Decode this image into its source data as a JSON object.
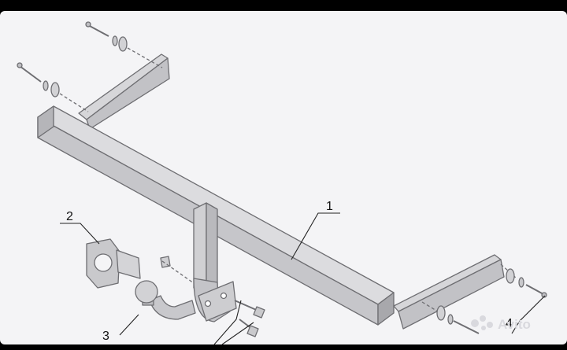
{
  "diagram": {
    "parts": [
      {
        "number": "1",
        "name": "crossbar"
      },
      {
        "number": "2",
        "name": "socket-bracket"
      },
      {
        "number": "3",
        "name": "tow-ball"
      },
      {
        "number": "4",
        "name": "fasteners"
      }
    ],
    "watermark": "Avito"
  },
  "colors": {
    "outline": "#6e6e72",
    "metal_fill": "#c9c9cc",
    "metal_light": "#dcdcdf",
    "metal_dark": "#a8a8ac",
    "background": "#f4f4f6"
  }
}
